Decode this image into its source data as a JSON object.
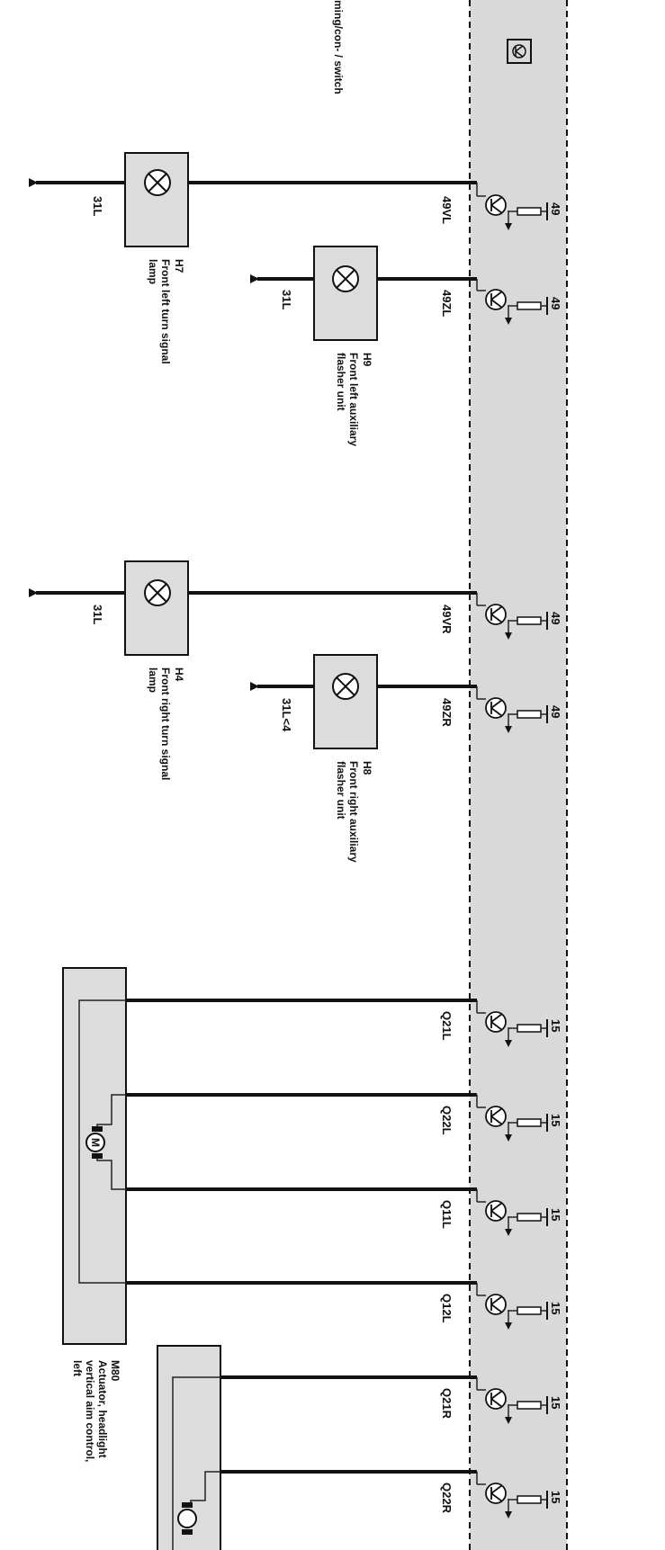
{
  "top_label": "ming/con- / switch",
  "lamps": [
    {
      "id": "H7",
      "desc_lines": [
        "Front left turn signal",
        "lamp"
      ],
      "ground": "31L",
      "pin": "49VL",
      "fuse": "49"
    },
    {
      "id": "H9",
      "desc_lines": [
        "Front left auxiliary",
        "flasher unit"
      ],
      "ground": "31L",
      "pin": "49ZL",
      "fuse": "49"
    },
    {
      "id": "H4",
      "desc_lines": [
        "Front right turn signal",
        "lamp"
      ],
      "ground": "31L",
      "pin": "49VR",
      "fuse": "49"
    },
    {
      "id": "H8",
      "desc_lines": [
        "Front right auxiliary",
        "flasher unit"
      ],
      "ground": "31L<4",
      "pin": "49ZR",
      "fuse": "49"
    }
  ],
  "actuator_pins": [
    {
      "pin": "Q21L",
      "fuse": "15"
    },
    {
      "pin": "Q22L",
      "fuse": "15"
    },
    {
      "pin": "Q11L",
      "fuse": "15"
    },
    {
      "pin": "Q12L",
      "fuse": "15"
    },
    {
      "pin": "Q21R",
      "fuse": "15"
    },
    {
      "pin": "Q22R",
      "fuse": "15"
    }
  ],
  "actuators": [
    {
      "id": "M80",
      "desc_lines": [
        "Actuator, headlight",
        "vertical aim control,",
        "left"
      ]
    }
  ],
  "motor_symbol": "M"
}
